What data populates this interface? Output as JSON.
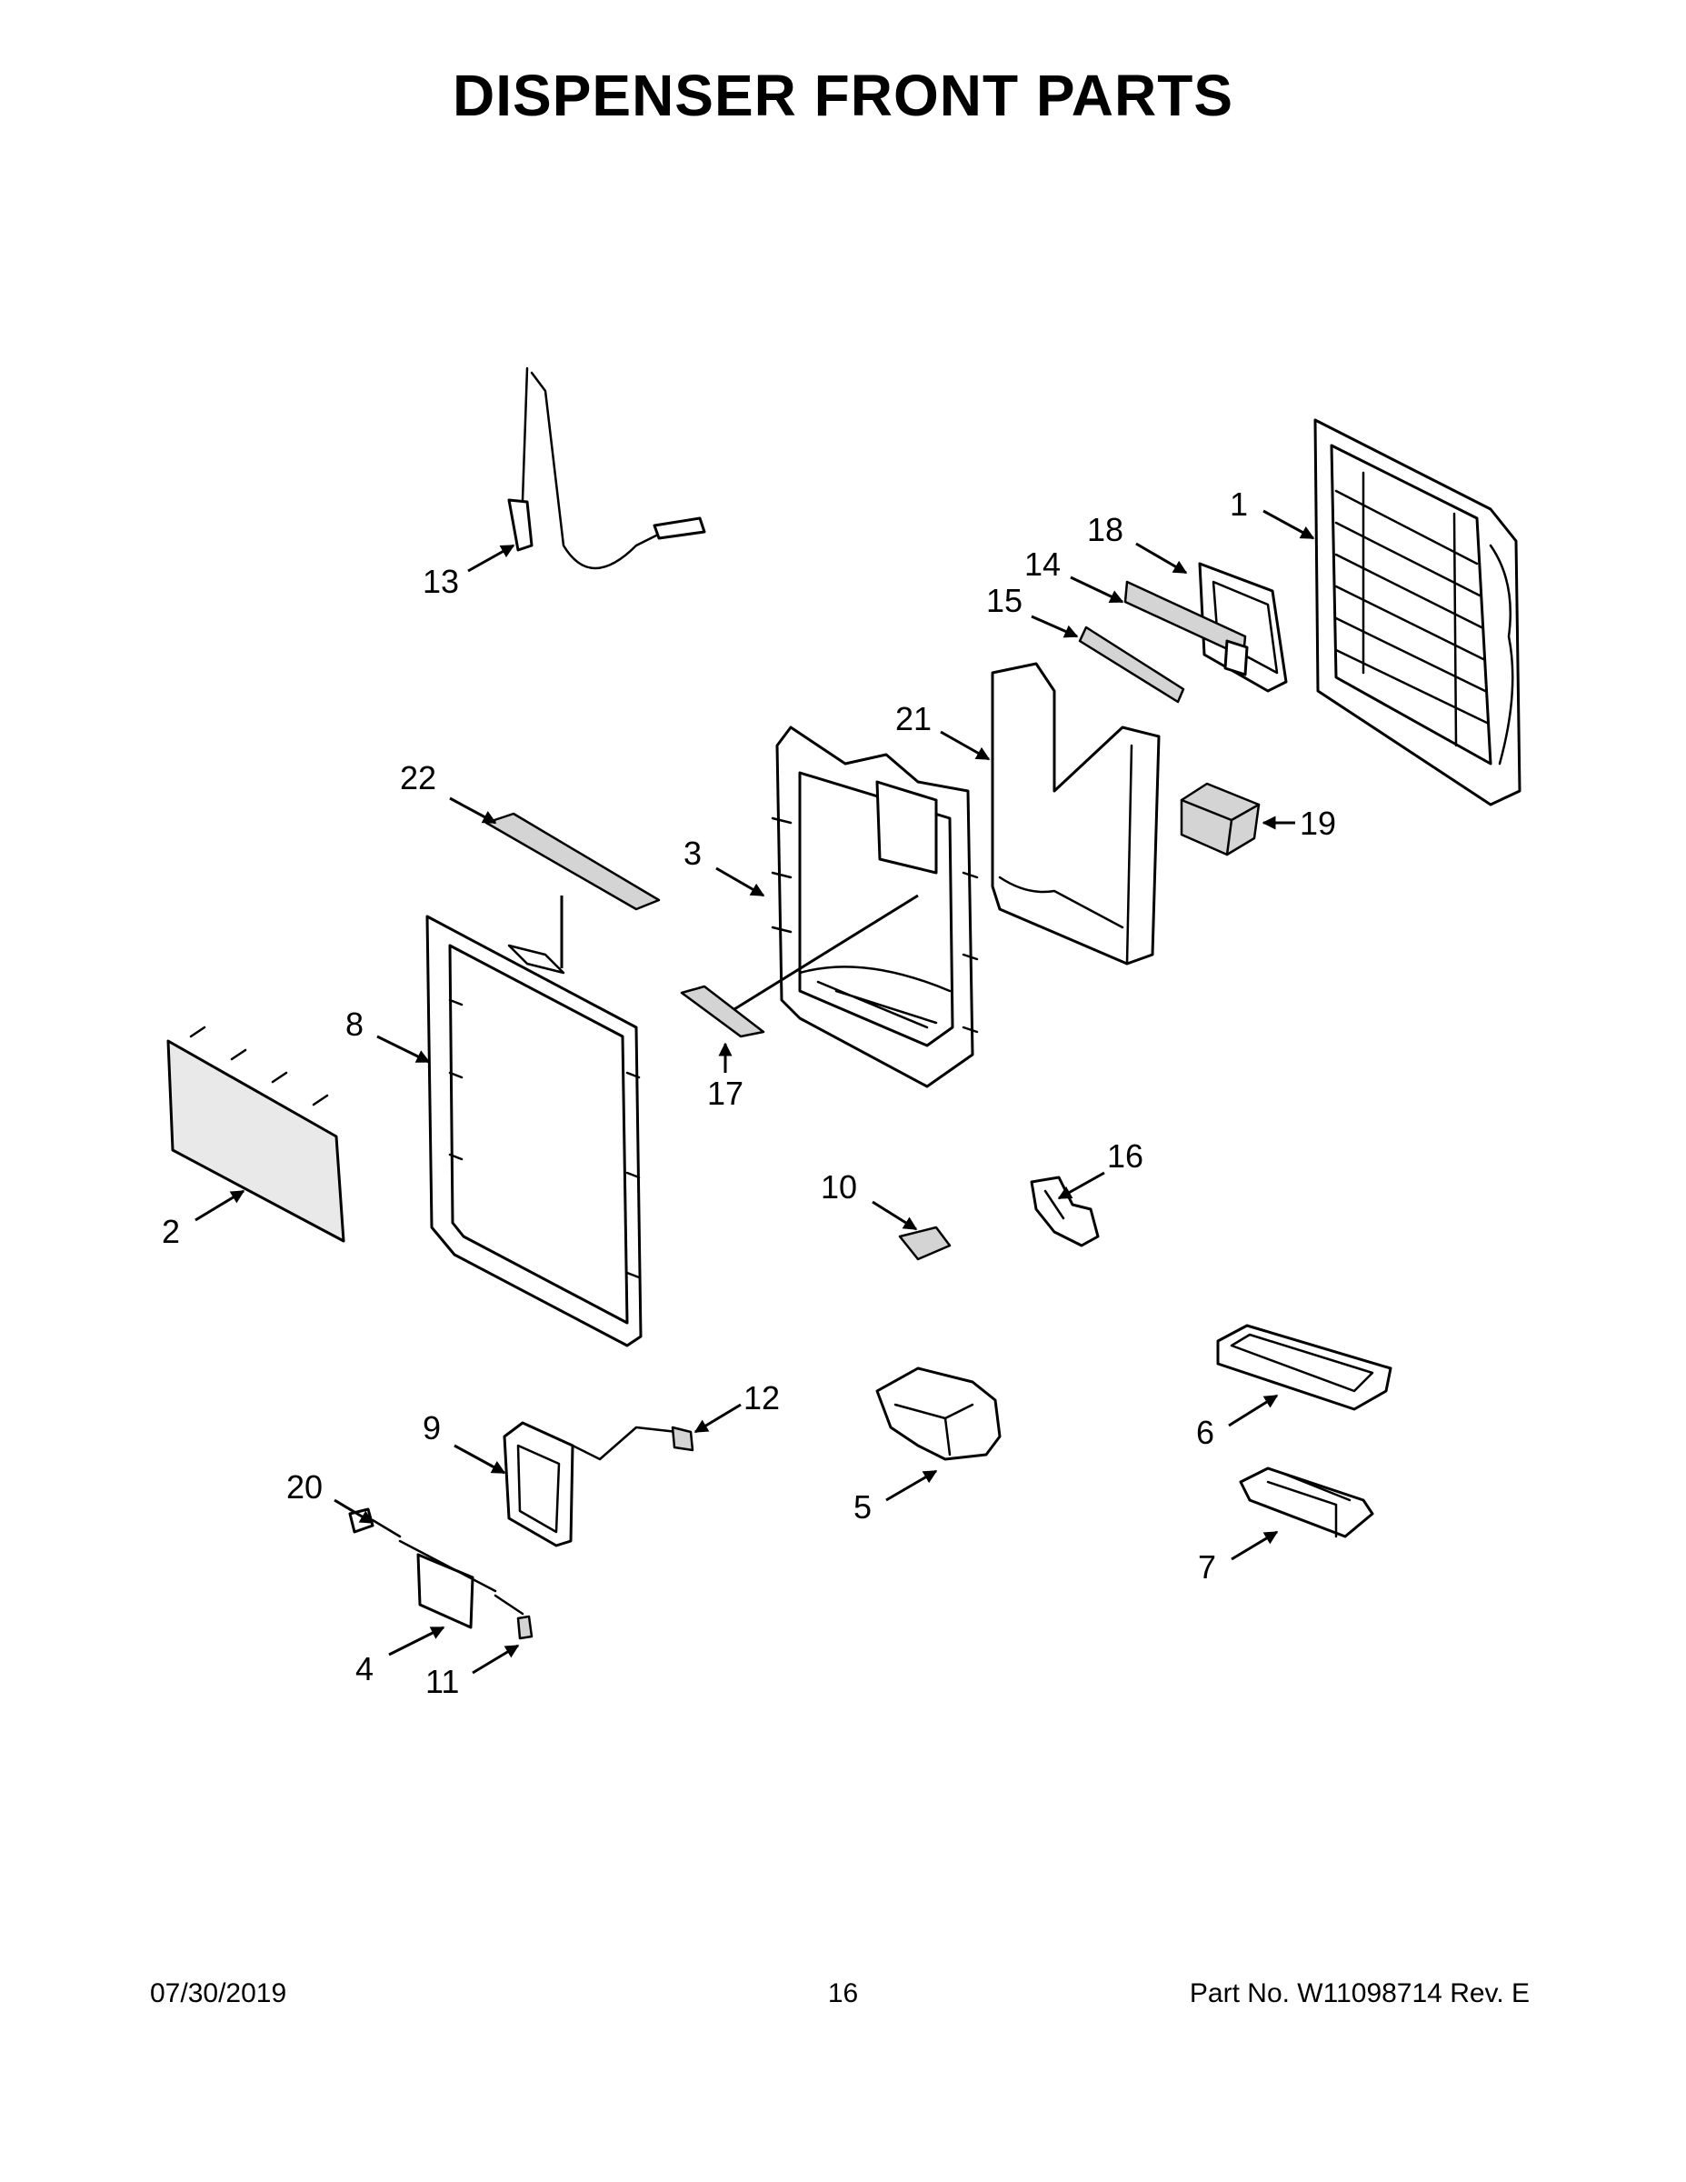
{
  "title": "DISPENSER FRONT PARTS",
  "callouts": [
    "1",
    "2",
    "3",
    "4",
    "5",
    "6",
    "7",
    "8",
    "9",
    "10",
    "11",
    "12",
    "13",
    "14",
    "15",
    "16",
    "17",
    "18",
    "19",
    "20",
    "21",
    "22"
  ],
  "footer": {
    "date": "07/30/2019",
    "page": "16",
    "part_no": "Part No.  W11098714  Rev.  E"
  }
}
